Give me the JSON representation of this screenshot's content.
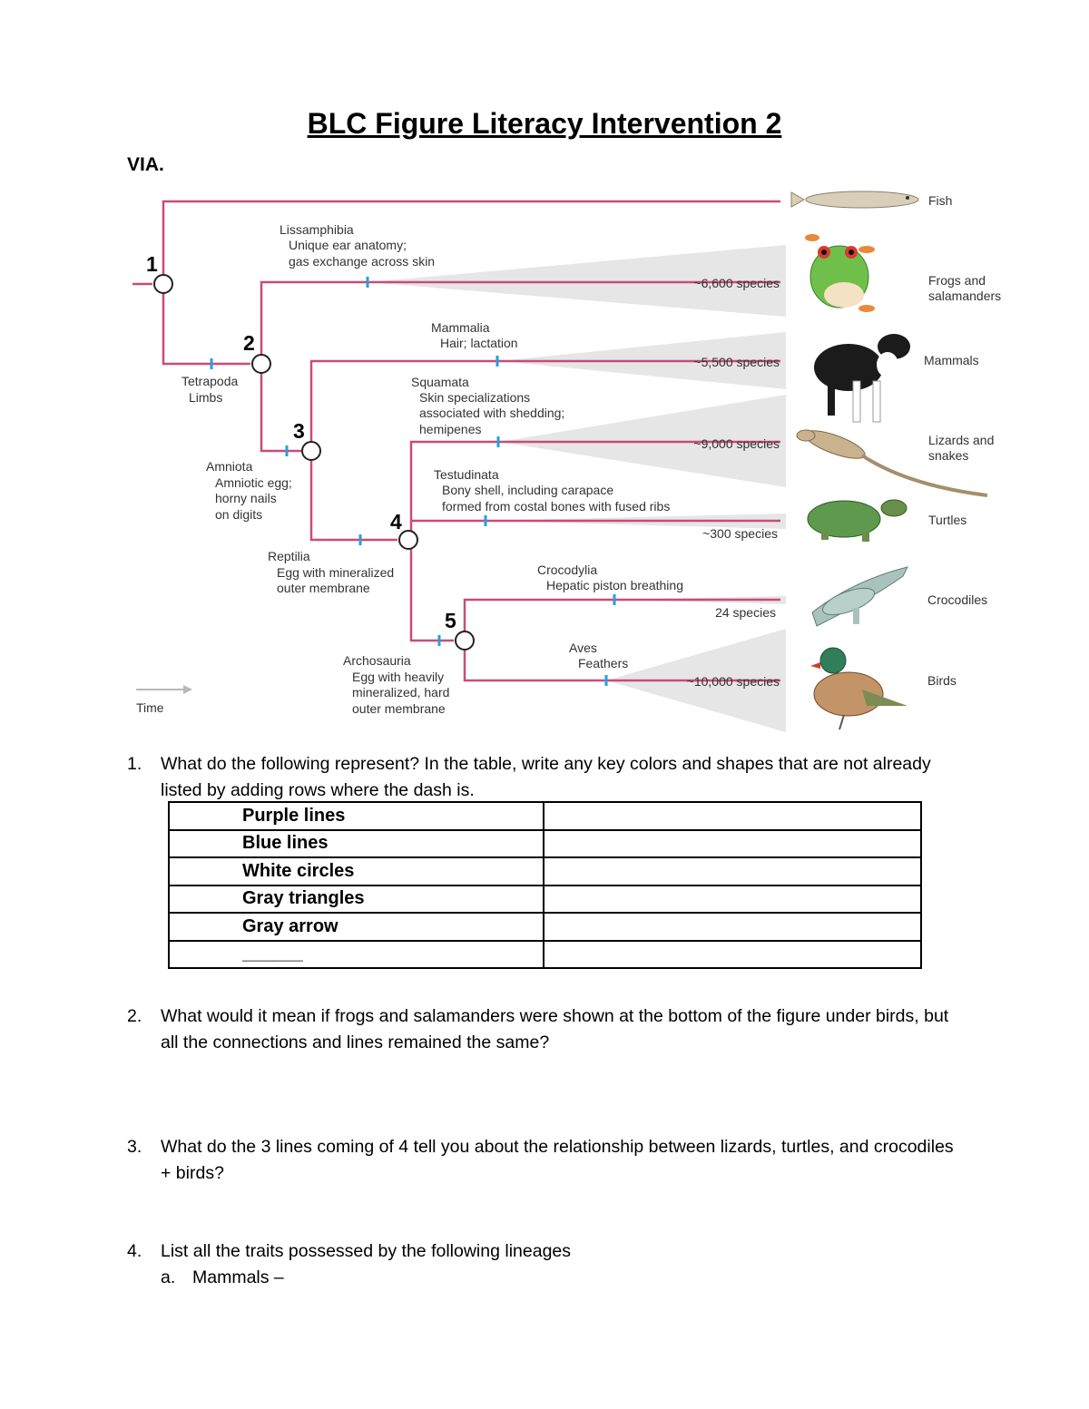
{
  "title": "BLC Figure Literacy Intervention 2",
  "section_label": "VIA.",
  "figure": {
    "time_label": "Time",
    "node_numbers": [
      "1",
      "2",
      "3",
      "4",
      "5"
    ],
    "clade_labels": [
      {
        "name": "Lissamphibia",
        "lines": [
          "Unique ear anatomy;",
          "gas exchange across skin"
        ]
      },
      {
        "name": "Tetrapoda",
        "lines": [
          "Limbs"
        ]
      },
      {
        "name": "Mammalia",
        "lines": [
          "Hair; lactation"
        ]
      },
      {
        "name": "Squamata",
        "lines": [
          "Skin specializations",
          "associated with shedding;",
          "hemipenes"
        ]
      },
      {
        "name": "Amniota",
        "lines": [
          "Amniotic egg;",
          "horny nails",
          "on digits"
        ]
      },
      {
        "name": "Testudinata",
        "lines": [
          "Bony shell, including carapace",
          "formed from costal bones with fused ribs"
        ]
      },
      {
        "name": "Reptilia",
        "lines": [
          "Egg with mineralized",
          "outer membrane"
        ]
      },
      {
        "name": "Crocodylia",
        "lines": [
          "Hepatic piston breathing"
        ]
      },
      {
        "name": "Aves",
        "lines": [
          "Feathers"
        ]
      },
      {
        "name": "Archosauria",
        "lines": [
          "Egg with heavily",
          "mineralized, hard",
          "outer membrane"
        ]
      }
    ],
    "species_counts": [
      "~6,600 species",
      "~5,500 species",
      "~9,000 species",
      "~300 species",
      "24 species",
      "~10,000 species"
    ],
    "taxa": [
      "Fish",
      "Frogs and salamanders",
      "Mammals",
      "Lizards and snakes",
      "Turtles",
      "Crocodiles",
      "Birds"
    ],
    "colors": {
      "branch": "#c94b7b",
      "trait_tick": "#2a9fd6",
      "triangle": "#e6e6e6",
      "node_fill": "#ffffff",
      "arrow": "#b9b9b9"
    }
  },
  "questions": [
    {
      "number": "1.",
      "text": "What do the following represent? In the table, write any key colors and shapes that are not already listed by adding rows where the dash is."
    },
    {
      "number": "2.",
      "text": "What would it mean if frogs and salamanders were shown at the bottom of the figure under birds, but all the connections and lines remained the same?"
    },
    {
      "number": "3.",
      "text": "What do the 3 lines coming of 4 tell you about the relationship between lizards, turtles, and crocodiles + birds?"
    },
    {
      "number": "4.",
      "text": "List all the traits possessed by the following lineages"
    }
  ],
  "key_table": {
    "rows": [
      {
        "label": "Purple lines",
        "answer": ""
      },
      {
        "label": "Blue lines",
        "answer": ""
      },
      {
        "label": "White circles",
        "answer": ""
      },
      {
        "label": "Gray triangles",
        "answer": ""
      },
      {
        "label": "Gray arrow",
        "answer": ""
      },
      {
        "label": "______",
        "answer": ""
      }
    ]
  },
  "subitems": [
    {
      "letter": "a.",
      "text": "Mammals –"
    }
  ]
}
